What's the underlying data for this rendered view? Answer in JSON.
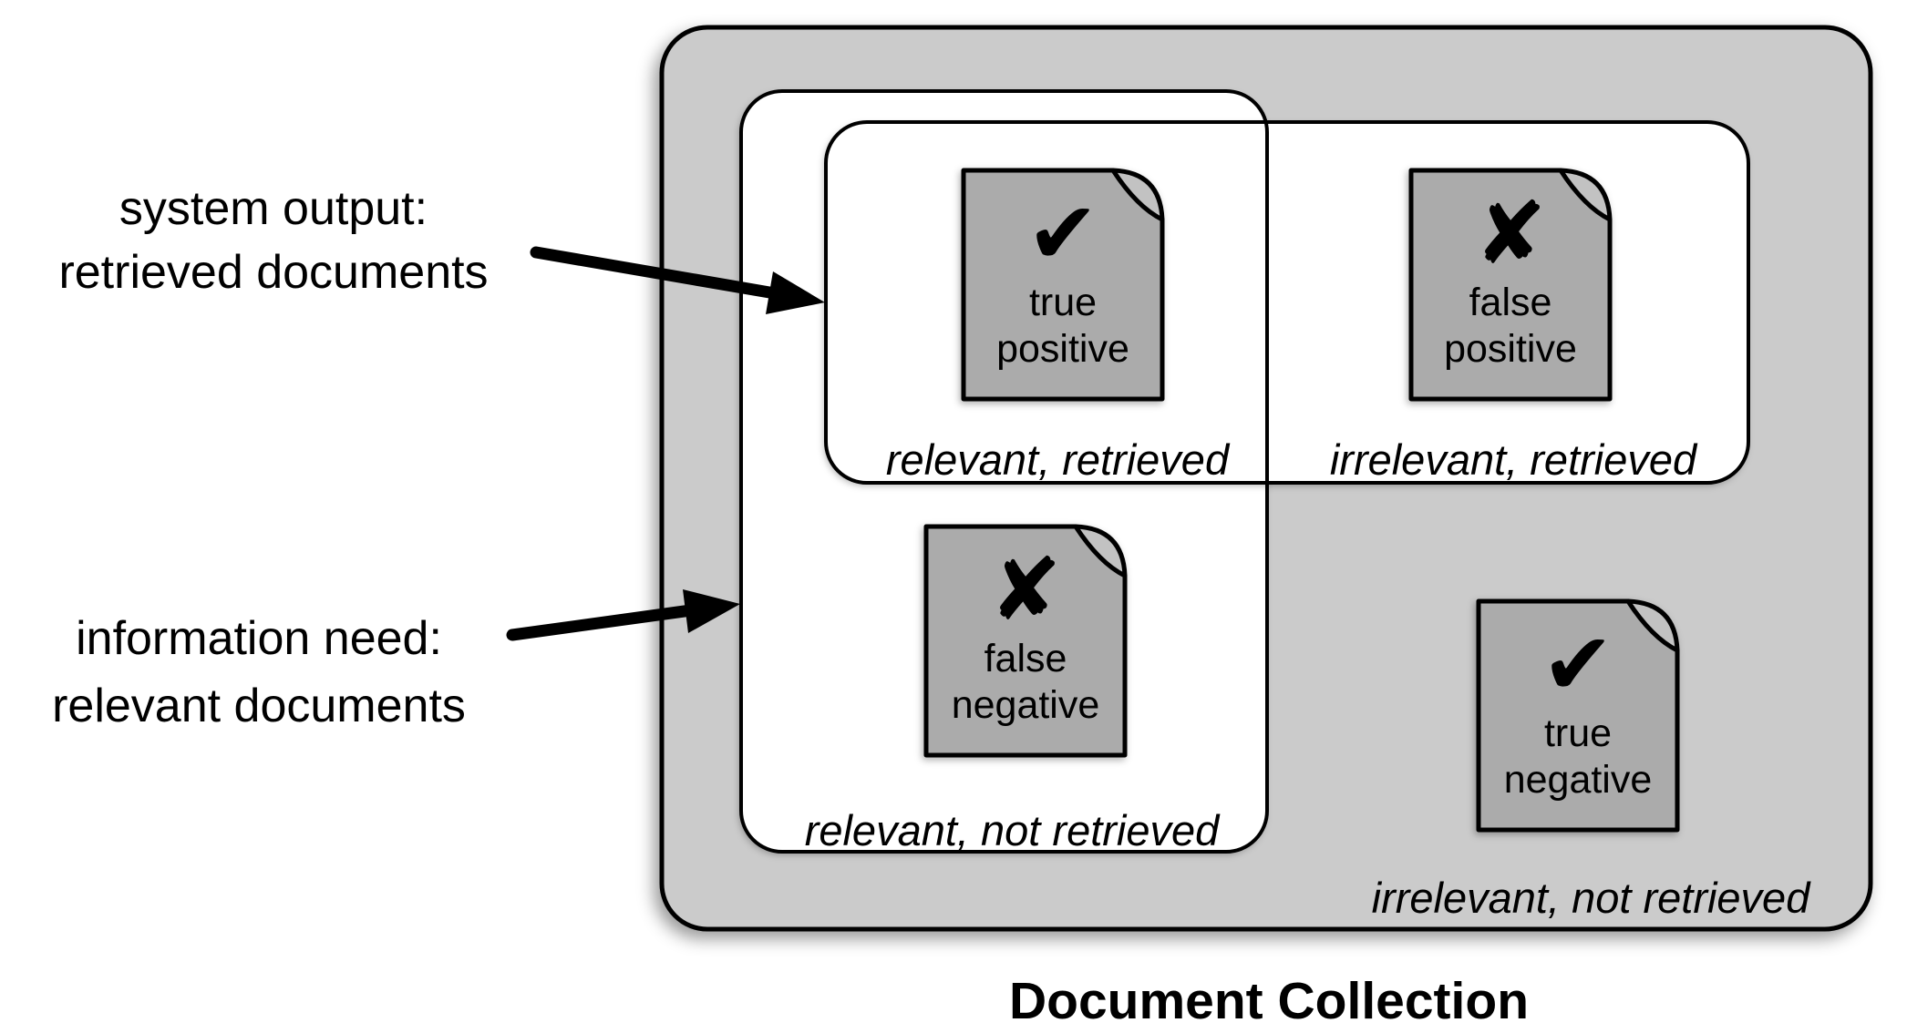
{
  "title": "Document Collection",
  "colors": {
    "outer_fill": "#cbcbcb",
    "inner_fill": "#ffffff",
    "doc_fill": "#ababab",
    "doc_fold_fill": "#c2c2c2",
    "line": "#000000"
  },
  "annotations": {
    "system_output": {
      "line1": "system output:",
      "line2": "retrieved documents"
    },
    "information_need": {
      "line1": "information need:",
      "line2": "relevant documents"
    }
  },
  "quadrants": {
    "true_positive": {
      "mark_icon": "check-icon",
      "mark_glyph": "✔",
      "doc_line1": "true",
      "doc_line2": "positive",
      "region_label": "relevant, retrieved"
    },
    "false_positive": {
      "mark_icon": "cross-icon",
      "mark_glyph": "✘",
      "doc_line1": "false",
      "doc_line2": "positive",
      "region_label": "irrelevant, retrieved"
    },
    "false_negative": {
      "mark_icon": "cross-icon",
      "mark_glyph": "✘",
      "doc_line1": "false",
      "doc_line2": "negative",
      "region_label": "relevant, not retrieved"
    },
    "true_negative": {
      "mark_icon": "check-icon",
      "mark_glyph": "✔",
      "doc_line1": "true",
      "doc_line2": "negative",
      "region_label": "irrelevant, not retrieved"
    }
  }
}
